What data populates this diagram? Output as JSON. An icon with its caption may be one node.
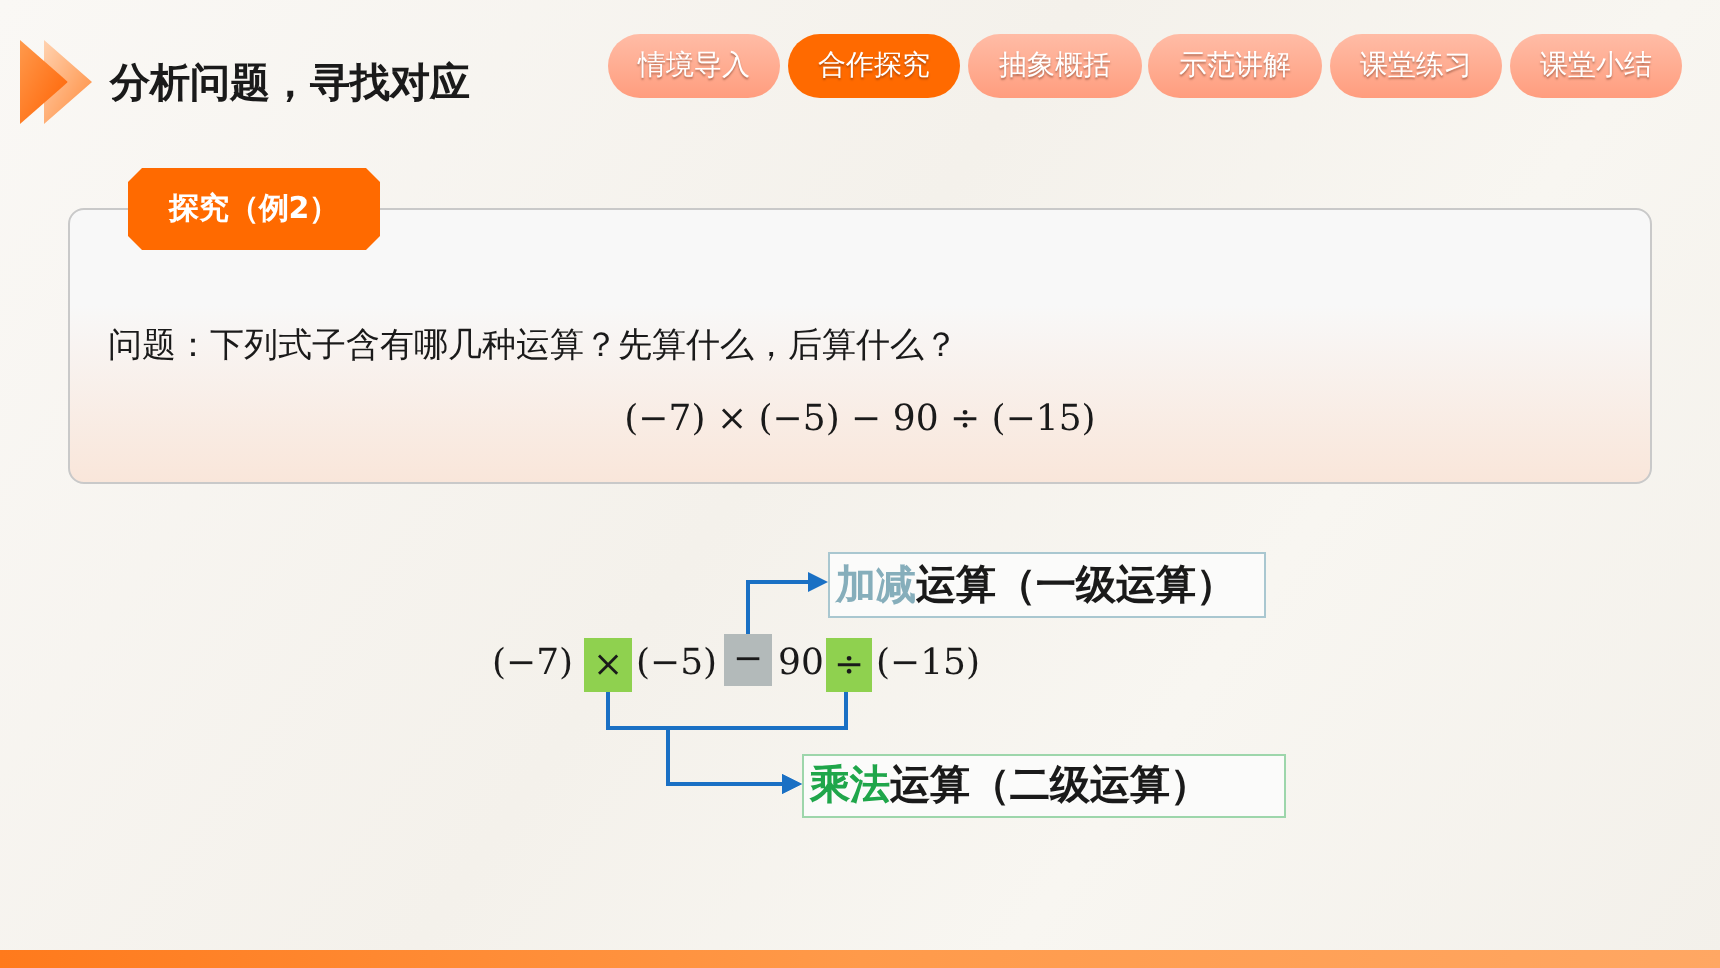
{
  "diagram": {
    "title": "分析问题，寻找对应",
    "nodes": [
      {
        "text": [
          "情境导入"
        ]
      },
      {
        "text": [
          "合作探究"
        ]
      },
      {
        "text": [
          "抽象概括"
        ]
      },
      {
        "text": [
          "示范讲解"
        ]
      },
      {
        "text": [
          "课堂练习"
        ]
      },
      {
        "text": [
          "课堂小结"
        ]
      },
      {
        "text": [
          "探究（例2）"
        ]
      },
      {
        "text": [
          "问题：下列式子含有哪几种运算？先算什么，后算什么？",
          "(−7) × (−5) − 90 ÷ (−15)"
        ]
      },
      {
        "text": [
          "加减运算（一级运算）"
        ]
      },
      {
        "text": [
          "×"
        ]
      },
      {
        "text": [
          "−"
        ]
      },
      {
        "text": [
          "÷"
        ]
      },
      {
        "text": [
          "乘法运算（二级运算）"
        ]
      }
    ],
    "edges": [
      {
        "from": 10,
        "to": 8,
        "arrow": "to"
      },
      {
        "from": 9,
        "to": 12,
        "arrow": "to"
      },
      {
        "from": 11,
        "to": 12,
        "arrow": "to"
      }
    ],
    "labels": [
      "(−7)",
      "(−5)",
      "90",
      "(−15)"
    ]
  }
}
